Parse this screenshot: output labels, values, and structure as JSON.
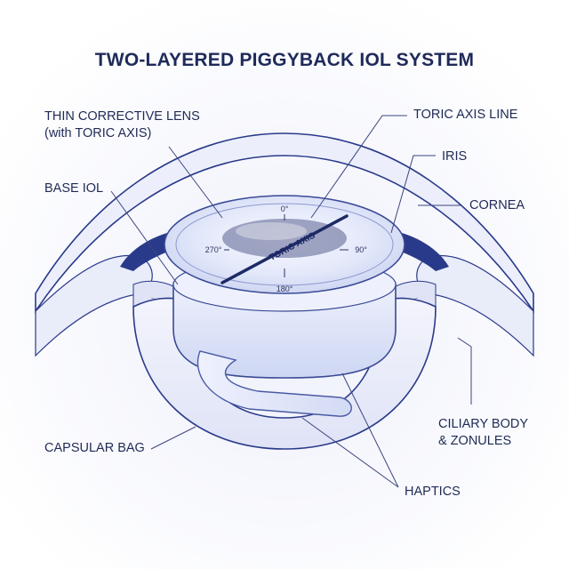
{
  "title": "TWO-LAYERED PIGGYBACK IOL SYSTEM",
  "labels": {
    "thin_lens_line1": "THIN CORRECTIVE LENS",
    "thin_lens_line2": "(with TORIC AXIS)",
    "base_iol": "BASE IOL",
    "capsular_bag": "CAPSULAR BAG",
    "toric_axis_line": "TORIC AXIS LINE",
    "iris": "IRIS",
    "cornea": "CORNEA",
    "ciliary_line1": "CILIARY BODY",
    "ciliary_line2": "& ZONULES",
    "haptics": "HAPTICS"
  },
  "lens_markings": {
    "deg_0": "0°",
    "deg_90": "90°",
    "deg_180": "180°",
    "deg_270": "270°",
    "toric_axis": "TORIC AXIS"
  },
  "colors": {
    "outline": "#2a3a8a",
    "label_text": "#1f2a55",
    "leader_line": "#3a4580",
    "iris_fill": "#2a3a8a",
    "tissue_fill": "#eef0fa",
    "lens_fill": "#e4e9fb",
    "toric_axis_bar": "#1d2a66"
  }
}
